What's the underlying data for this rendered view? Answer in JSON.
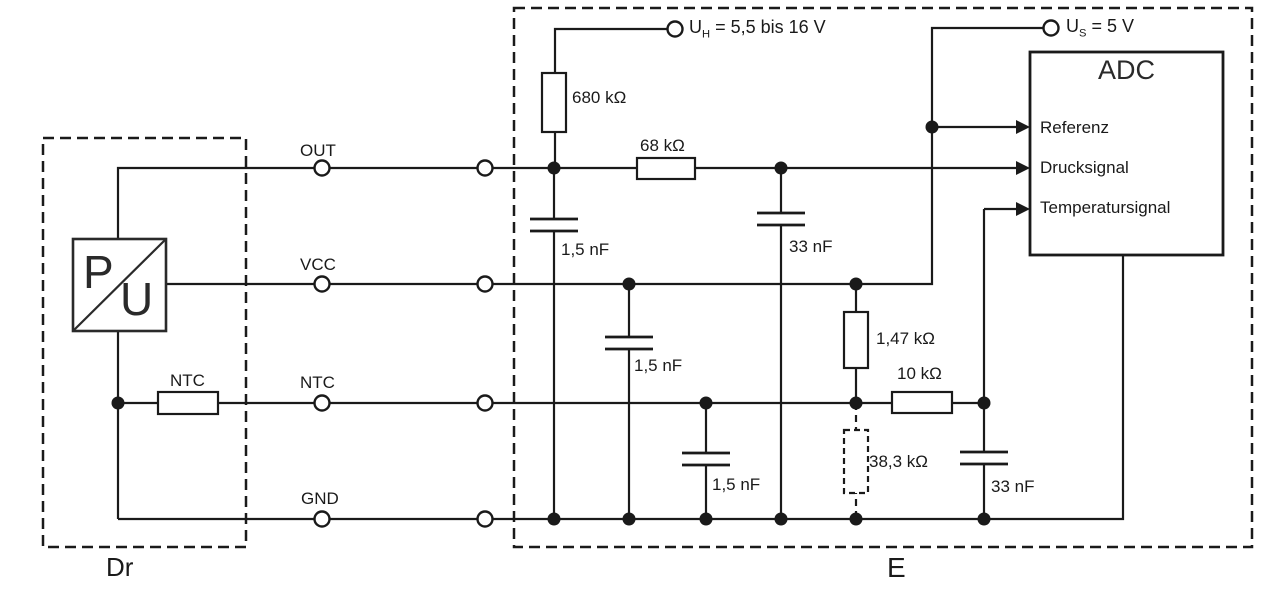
{
  "background": "#ffffff",
  "line_color": "#1a1a1a",
  "sensor_module": {
    "label": "Dr",
    "pu_block": {
      "top_letter": "P",
      "bottom_letter": "U"
    },
    "ntc_resistor_label": "NTC"
  },
  "pins": {
    "out": "OUT",
    "vcc": "VCC",
    "ntc": "NTC",
    "gnd": "GND"
  },
  "ecu_module": {
    "label": "E",
    "supply_uh": {
      "symbol": "U",
      "subscript": "H",
      "value": " = 5,5 bis 16 V"
    },
    "supply_us": {
      "symbol": "U",
      "subscript": "S",
      "value": " = 5 V"
    },
    "components": {
      "r_680k": "680 kΩ",
      "r_68k": "68 kΩ",
      "c_1n5_out": "1,5 nF",
      "c_33n_out": "33 nF",
      "c_1n5_vcc": "1,5 nF",
      "r_1k47": "1,47 kΩ",
      "r_10k": "10 kΩ",
      "c_1n5_ntc": "1,5 nF",
      "r_38k3": "38,3 kΩ",
      "c_33n_temp": "33 nF"
    },
    "adc": {
      "title": "ADC",
      "inputs": [
        "Referenz",
        "Drucksignal",
        "Temperatursignal"
      ]
    }
  }
}
